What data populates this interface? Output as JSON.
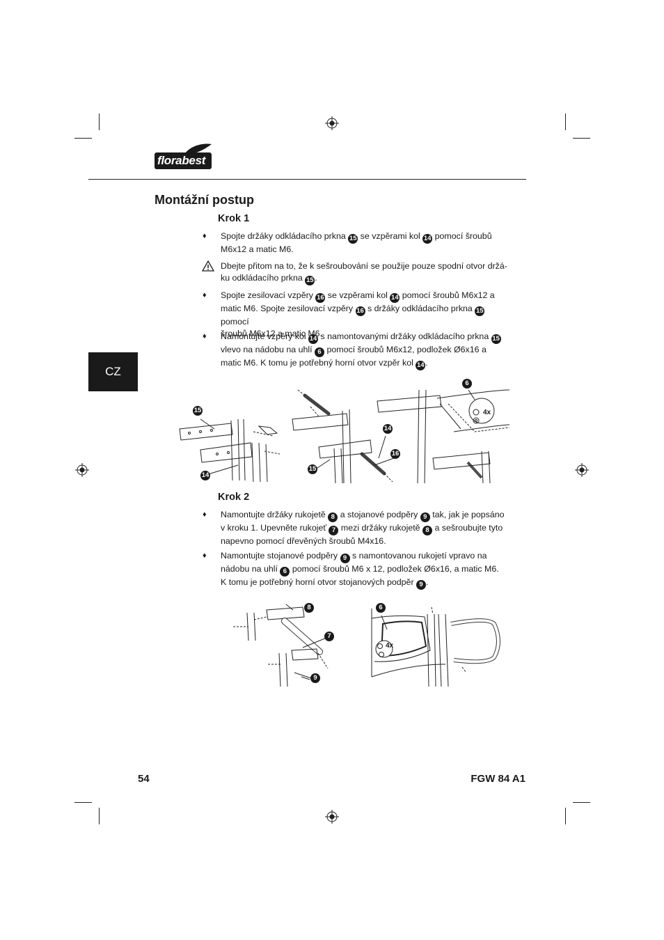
{
  "brand": {
    "logo_text": "florabest"
  },
  "title": "Montážní postup",
  "side_tab": "CZ",
  "step1": {
    "heading": "Krok 1",
    "items": [
      {
        "type": "bullet",
        "parts": [
          "Spojte držáky odkládacího prkna ",
          "15",
          " se vzpěrami kol ",
          "14",
          " pomocí šroubů",
          "M6x12 a matic M6."
        ]
      },
      {
        "type": "warning",
        "parts": [
          "Dbejte přitom na to, že k sešroubování se použije pouze spodní otvor držá-",
          "ku odkládacího prkna ",
          "15",
          "."
        ]
      },
      {
        "type": "bullet",
        "parts": [
          "Spojte zesilovací vzpěry ",
          "16",
          " se vzpěrami kol ",
          "14",
          " pomocí šroubů M6x12 a",
          "matic M6. Spojte zesilovací vzpěry ",
          "16",
          " s držáky odkládacího prkna ",
          "15",
          " pomocí",
          "šroubů M6x12 a matic M6."
        ]
      },
      {
        "type": "bullet",
        "parts": [
          "Namontujte vzpěry kol ",
          "14",
          " s namontovanými držáky odkládacího prkna ",
          "15",
          "vlevo na nádobu na uhlí ",
          "6",
          " pomocí šroubů M6x12, podložek Ø6x16 a",
          "matic M6. K tomu je potřebný horní otvor vzpěr kol ",
          "14",
          "."
        ]
      }
    ],
    "figure_labels": [
      "15",
      "14",
      "15",
      "14",
      "16",
      "6",
      "4x"
    ]
  },
  "step2": {
    "heading": "Krok 2",
    "items": [
      {
        "type": "bullet",
        "parts": [
          "Namontujte držáky rukojetě ",
          "8",
          " a stojanové podpěry ",
          "9",
          " tak, jak je popsáno",
          "v kroku 1. Upevněte rukojeť ",
          "7",
          " mezi držáky rukojetě ",
          "8",
          " a sešroubujte tyto",
          "napevno pomocí dřevěných šroubů M4x16."
        ]
      },
      {
        "type": "bullet",
        "parts": [
          "Namontujte stojanové podpěry ",
          "9",
          " s namontovanou rukojetí vpravo na",
          "nádobu na uhlí ",
          "6",
          " pomocí šroubů M6 x 12, podložek Ø6x16, a matic M6.",
          "K tomu je potřebný horní otvor stojanových podpěr ",
          "9",
          "."
        ]
      }
    ],
    "figure_labels": [
      "8",
      "7",
      "9",
      "6",
      "4x"
    ]
  },
  "footer": {
    "page_number": "54",
    "model": "FGW 84 A1"
  }
}
